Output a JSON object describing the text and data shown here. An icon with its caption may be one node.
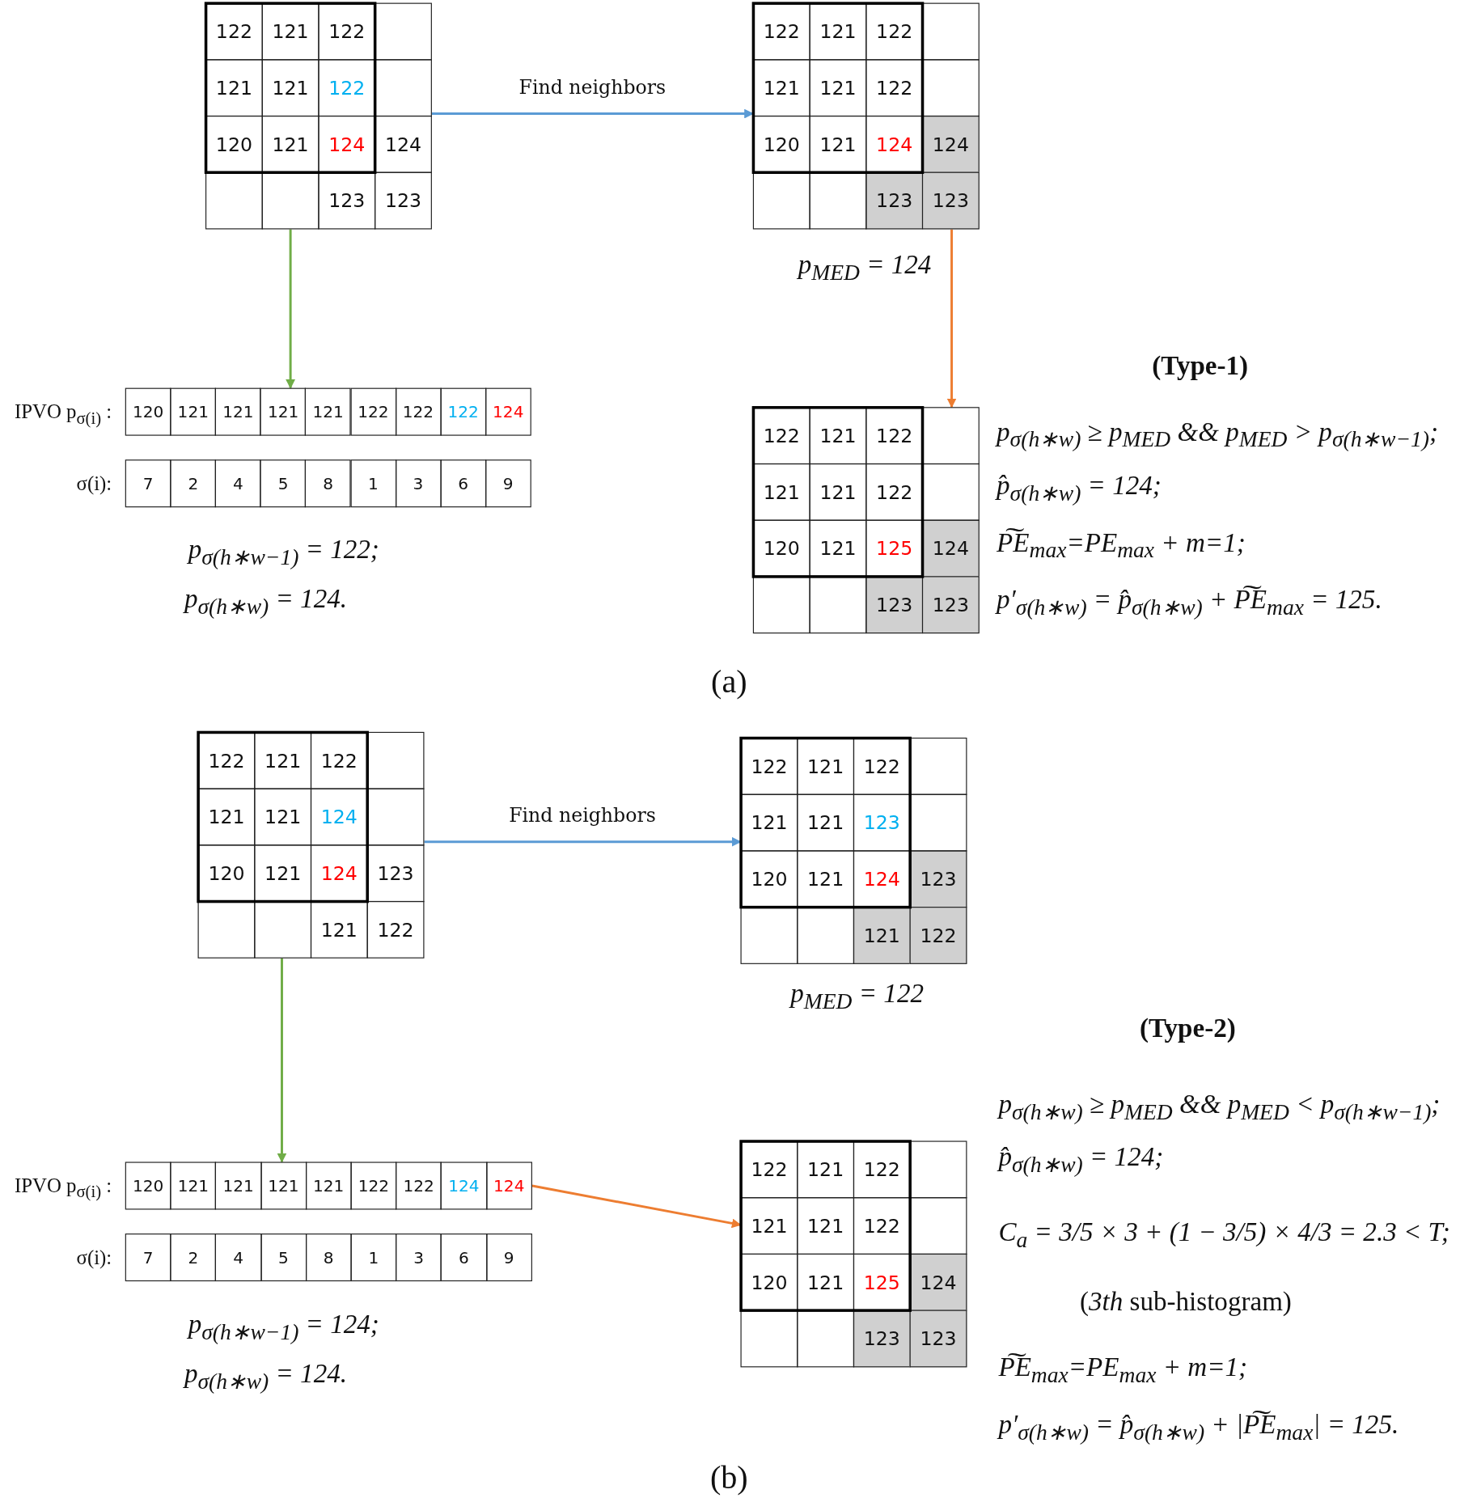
{
  "diagram": {
    "nodes": [
      {
        "text": [
          "122",
          "121",
          "122",
          "121",
          "121",
          "122",
          "120",
          "121",
          "124",
          "124",
          "123",
          "123"
        ]
      },
      {
        "text": [
          "122",
          "121",
          "122",
          "121",
          "121",
          "122",
          "120",
          "121",
          "124",
          "124",
          "123",
          "123"
        ],
        "beside": [
          "p$_{MED}$ = 124"
        ]
      },
      {
        "text": [
          "120",
          "121",
          "121",
          "121",
          "121",
          "122",
          "122",
          "122",
          "124"
        ],
        "beside": [
          "IPVO p$_{σ(i)}$ :"
        ]
      },
      {
        "text": [
          "7",
          "2",
          "4",
          "5",
          "8",
          "1",
          "3",
          "6",
          "9"
        ],
        "beside": [
          "σ(i):"
        ]
      },
      {
        "text": [
          "122",
          "121",
          "122",
          "121",
          "121",
          "122",
          "120",
          "121",
          "125",
          "124",
          "123",
          "123"
        ]
      },
      {
        "text": [
          "122",
          "121",
          "122",
          "121",
          "121",
          "124",
          "120",
          "121",
          "124",
          "123",
          "121",
          "122"
        ]
      },
      {
        "text": [
          "122",
          "121",
          "122",
          "121",
          "121",
          "123",
          "120",
          "121",
          "124",
          "123",
          "121",
          "122"
        ],
        "beside": [
          "p$_{MED}$ = 122"
        ]
      },
      {
        "text": [
          "120",
          "121",
          "121",
          "121",
          "121",
          "122",
          "122",
          "124",
          "124"
        ],
        "beside": [
          "IPVO p$_{σ(i)}$ :"
        ]
      },
      {
        "text": [
          "7",
          "2",
          "4",
          "5",
          "8",
          "1",
          "3",
          "6",
          "9"
        ],
        "beside": [
          "σ(i):"
        ]
      },
      {
        "text": [
          "122",
          "121",
          "122",
          "121",
          "121",
          "122",
          "120",
          "121",
          "125",
          "124",
          "123",
          "123"
        ]
      }
    ],
    "edges": [
      {
        "from": 0,
        "to": 1,
        "arrow": "to",
        "label": "Find neighbors",
        "color": "#5b9bd5"
      },
      {
        "from": 0,
        "to": 2,
        "arrow": "to",
        "color": "#70ad47"
      },
      {
        "from": 1,
        "to": 4,
        "arrow": "to",
        "color": "#ed7d31"
      },
      {
        "from": 5,
        "to": 6,
        "arrow": "to",
        "label": "Find neighbors",
        "color": "#5b9bd5"
      },
      {
        "from": 5,
        "to": 7,
        "arrow": "to",
        "color": "#70ad47"
      },
      {
        "from": 7,
        "to": 9,
        "arrow": "to",
        "color": "#ed7d31"
      }
    ],
    "labels": [
      "p$_{σ(h∗w−1)}$ = 122;",
      "p$_{σ(h∗w)}$ = 124.",
      "(Type-1)",
      "p$_{σ(h∗w)}$ ≥ p$_{MED}$ && p$_{MED}$ > p$_{σ(h∗w−1)}$;",
      "p̂$_{σ(h∗w)}$ = 124;",
      "P͠E$_{max}$=PE$_{max}$ + m=1;",
      "p′$_{σ(h∗w)}$ = p̂$_{σ(h∗w)}$ + P͠E$_{max}$ = 125.",
      "(a)",
      "p$_{σ(h∗w−1)}$ = 124;",
      "p$_{σ(h∗w)}$ = 124.",
      "(Type-2)",
      "p$_{σ(h∗w)}$ ≥ p$_{MED}$ && p$_{MED}$ < p$_{σ(h∗w−1)}$;",
      "p̂$_{σ(h∗w)}$ = 124;",
      "C$_{a}$ = 3/5 × 3 + (1 − 3/5) × 4/3 = 2.3 < T;",
      "(*3th* sub-histogram)",
      "P͠E$_{max}$=PE$_{max}$ + m=1;",
      "p′$_{σ(h∗w)}$ = p̂$_{σ(h∗w)}$ + |P͠E$_{max}$| = 125.",
      "(b)"
    ]
  }
}
